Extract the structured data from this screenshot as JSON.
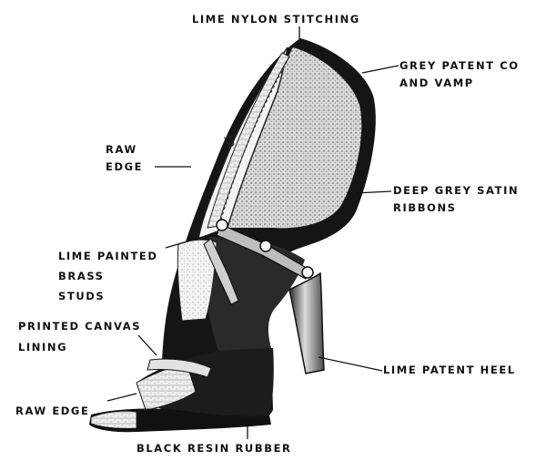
{
  "labels": {
    "lime_stitching": "LIME NYLON STITCHING",
    "grey_patent_1": "GREY PATENT CO",
    "grey_patent_2": "AND VAMP",
    "raw_edge_top_1": "RAW",
    "raw_edge_top_2": "EDGE",
    "satin_ribbons_1": "DEEP GREY SATIN",
    "satin_ribbons_2": "RIBBONS",
    "studs_1": "LIME PAINTED",
    "studs_2": "BRASS",
    "studs_3": "STUDS",
    "canvas_lining_1": "PRINTED CANVAS",
    "canvas_lining_2": "LINING",
    "heel": "LIME PATENT HEEL",
    "raw_edge_bottom": "RAW EDGE",
    "sole": "BLACK RESIN RUBBER"
  },
  "colors": {
    "ink": "#111111",
    "shoe_dark": "#151515",
    "shoe_grey": "#8a8a8a",
    "canvas": "#e9e9e9"
  }
}
